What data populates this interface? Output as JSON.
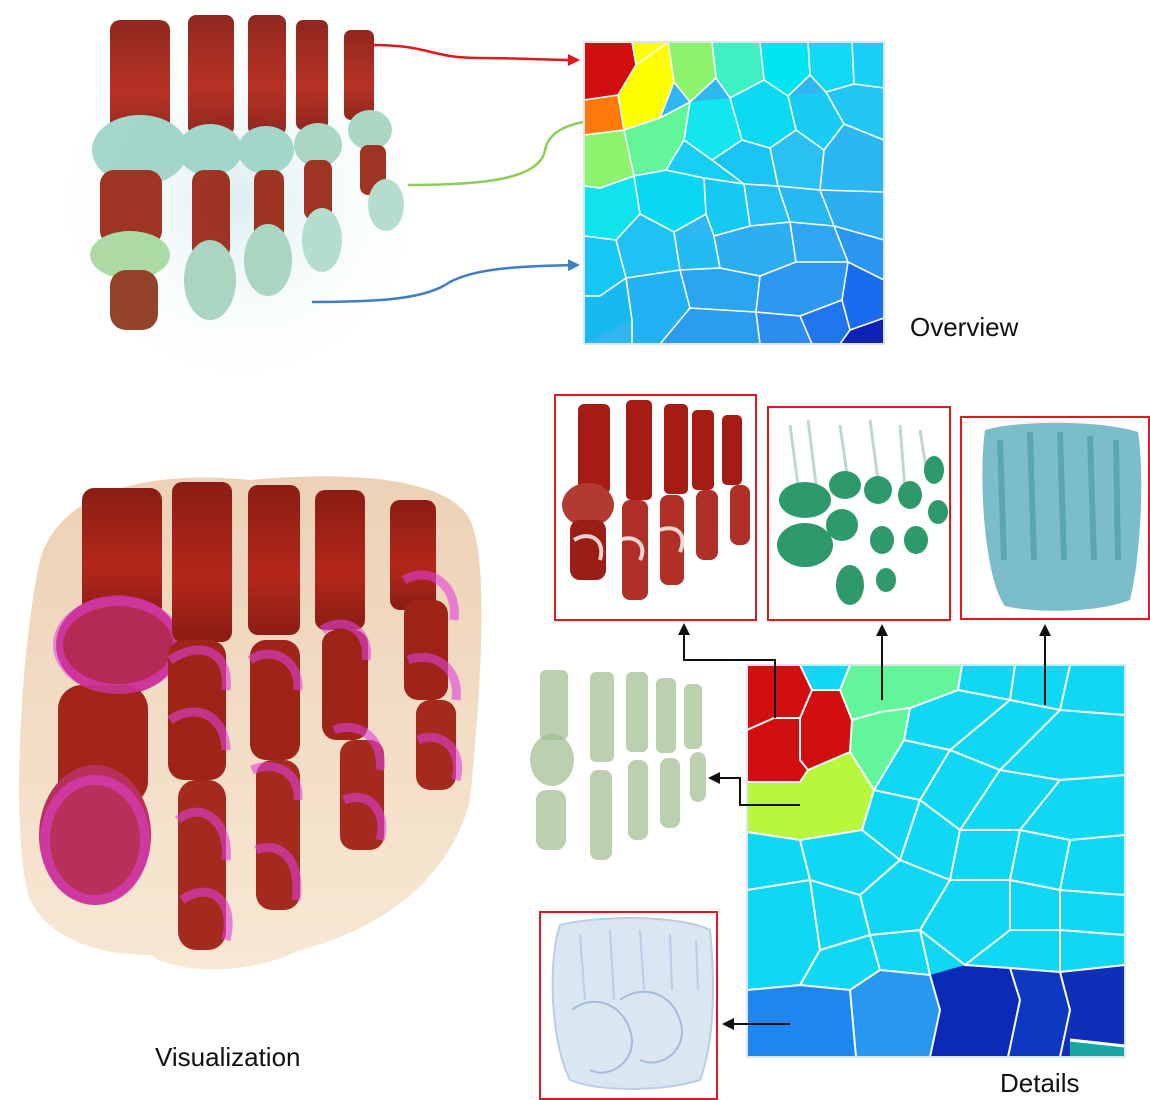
{
  "labels": {
    "overview": "Overview",
    "visualization": "Visualization",
    "details": "Details"
  },
  "colors": {
    "arrow_red": "#e0191e",
    "arrow_green": "#8bcf5a",
    "arrow_blue": "#3f7fc2",
    "frame_red": "#e0191e",
    "bone_red": "#a51c14",
    "magenta": "#d43cc9",
    "teal_green": "#2e9a6c",
    "teal_blue": "#4fa7b6",
    "pale_green": "#8fb07a",
    "pale_blue": "#b9cde6"
  }
}
